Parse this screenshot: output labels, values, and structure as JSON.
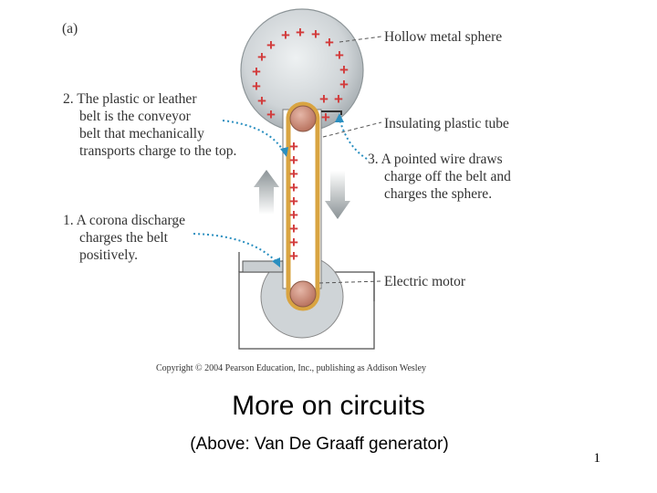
{
  "figure": {
    "panel_label": "(a)",
    "labels": {
      "hollow_sphere": "Hollow metal sphere",
      "insulating_tube": "Insulating plastic tube",
      "electric_motor": "Electric motor",
      "step2": [
        "2. The plastic or leather",
        "belt is the conveyor",
        "belt that mechanically",
        "transports charge to the top."
      ],
      "step3": [
        "3. A pointed wire draws",
        "charge off the belt and",
        "charges the sphere."
      ],
      "step1": [
        "1. A corona discharge",
        "charges the belt",
        "positively."
      ]
    },
    "plus_sign": "+",
    "copyright": "Copyright © 2004 Pearson Education, Inc., publishing as Addison Wesley"
  },
  "slide": {
    "title": "More on circuits",
    "subtitle": "(Above: Van De Graaff generator)",
    "page_number": "1"
  },
  "colors": {
    "charge": "#d23a3a",
    "pointer": "#2a8fc0",
    "belt": "#d9a441",
    "pulley": "#c98a78",
    "sphere": "#cfd4d7"
  }
}
